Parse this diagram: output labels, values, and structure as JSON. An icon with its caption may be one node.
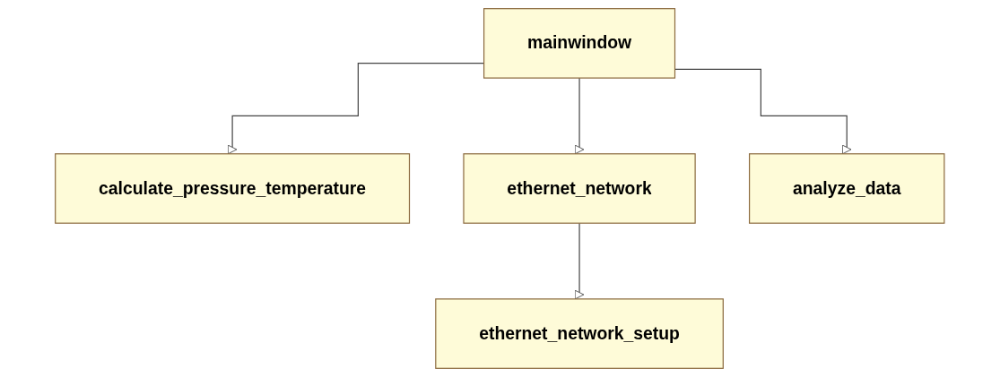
{
  "diagram": {
    "nodes": [
      {
        "text": [
          "mainwindow"
        ]
      },
      {
        "text": [
          "calculate_pressure_temperature"
        ]
      },
      {
        "text": [
          "ethernet_network"
        ]
      },
      {
        "text": [
          "analyze_data"
        ]
      },
      {
        "text": [
          "ethernet_network_setup"
        ]
      }
    ],
    "edges": [
      {
        "from": 0,
        "to": 1,
        "arrow": "to"
      },
      {
        "from": 0,
        "to": 2,
        "arrow": "to"
      },
      {
        "from": 0,
        "to": 3,
        "arrow": "to"
      },
      {
        "from": 2,
        "to": 4,
        "arrow": "to"
      }
    ]
  }
}
